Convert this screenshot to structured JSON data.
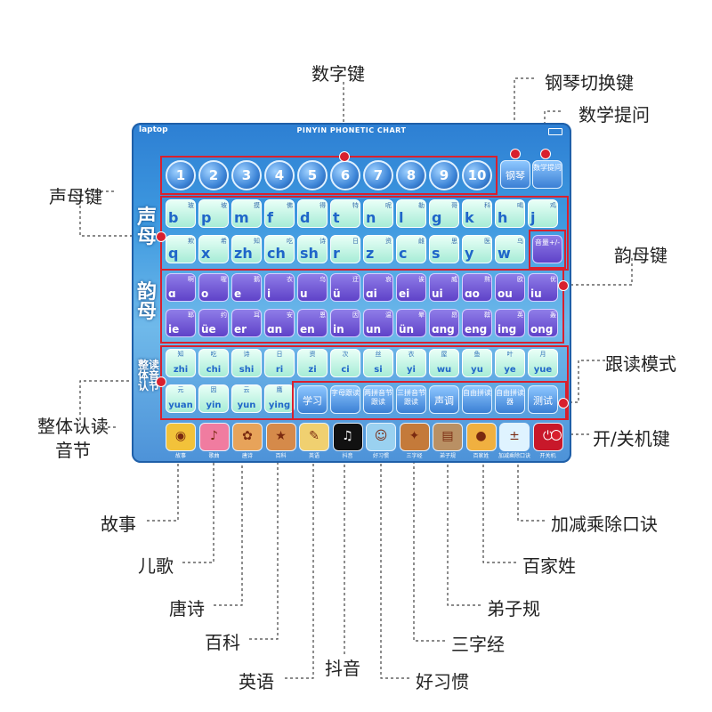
{
  "annotations": {
    "number_keys": "数字键",
    "piano_switch": "钢琴切换键",
    "math_question": "数学提问",
    "initials_keys": "声母键",
    "finals_keys": "韵母键",
    "follow_read": "跟读模式",
    "whole_syllables": [
      "整体认读",
      "音节"
    ],
    "power_key": "开/关机键",
    "story": "故事",
    "nursery_rhyme": "儿歌",
    "tang_poetry": "唐诗",
    "encyclopedia": "百科",
    "english": "英语",
    "douyin": "抖音",
    "good_habits": "好习惯",
    "three_char_classic": "三字经",
    "disciple_rules": "弟子规",
    "hundred_surnames": "百家姓",
    "multiplication": "加减乘除口诀"
  },
  "board": {
    "status_left": "laptop",
    "title": "PINYIN PHONETIC CHART",
    "section_initials": "声母",
    "section_finals": "韵母",
    "section_whole": "整读体音认节",
    "numbers": [
      "1",
      "2",
      "3",
      "4",
      "5",
      "6",
      "7",
      "8",
      "9",
      "10"
    ],
    "piano_key": "钢琴",
    "math_key": "数学提问",
    "volume_key": "音量+/-",
    "initials_row1": [
      {
        "letter": "b",
        "word": "玻"
      },
      {
        "letter": "p",
        "word": "坡"
      },
      {
        "letter": "m",
        "word": "摸"
      },
      {
        "letter": "f",
        "word": "佛"
      },
      {
        "letter": "d",
        "word": "得"
      },
      {
        "letter": "t",
        "word": "特"
      },
      {
        "letter": "n",
        "word": "呢"
      },
      {
        "letter": "l",
        "word": "勒"
      },
      {
        "letter": "g",
        "word": "哥"
      },
      {
        "letter": "k",
        "word": "科"
      },
      {
        "letter": "h",
        "word": "喝"
      },
      {
        "letter": "j",
        "word": "鸡"
      }
    ],
    "initials_row2": [
      {
        "letter": "q",
        "word": "欺"
      },
      {
        "letter": "x",
        "word": "希"
      },
      {
        "letter": "zh",
        "word": "知"
      },
      {
        "letter": "ch",
        "word": "吃"
      },
      {
        "letter": "sh",
        "word": "诗"
      },
      {
        "letter": "r",
        "word": "日"
      },
      {
        "letter": "z",
        "word": "资"
      },
      {
        "letter": "c",
        "word": "雌"
      },
      {
        "letter": "s",
        "word": "思"
      },
      {
        "letter": "y",
        "word": "医"
      },
      {
        "letter": "w",
        "word": "乌"
      }
    ],
    "finals_row1": [
      {
        "letter": "ɑ",
        "word": "啊"
      },
      {
        "letter": "o",
        "word": "喔"
      },
      {
        "letter": "e",
        "word": "鹅"
      },
      {
        "letter": "i",
        "word": "衣"
      },
      {
        "letter": "u",
        "word": "乌"
      },
      {
        "letter": "ü",
        "word": "迂"
      },
      {
        "letter": "ɑi",
        "word": "哀"
      },
      {
        "letter": "ei",
        "word": "诶"
      },
      {
        "letter": "ui",
        "word": "威"
      },
      {
        "letter": "ɑo",
        "word": "熬"
      },
      {
        "letter": "ou",
        "word": "欧"
      },
      {
        "letter": "iu",
        "word": "优"
      }
    ],
    "finals_row2": [
      {
        "letter": "ie",
        "word": "耶"
      },
      {
        "letter": "üe",
        "word": "约"
      },
      {
        "letter": "er",
        "word": "耳"
      },
      {
        "letter": "ɑn",
        "word": "安"
      },
      {
        "letter": "en",
        "word": "恩"
      },
      {
        "letter": "in",
        "word": "因"
      },
      {
        "letter": "un",
        "word": "温"
      },
      {
        "letter": "ün",
        "word": "晕"
      },
      {
        "letter": "ɑng",
        "word": "昂"
      },
      {
        "letter": "eng",
        "word": "鞥"
      },
      {
        "letter": "ing",
        "word": "英"
      },
      {
        "letter": "ong",
        "word": "轰"
      }
    ],
    "whole_row1": [
      {
        "top": "知",
        "bottom": "zhi"
      },
      {
        "top": "吃",
        "bottom": "chi"
      },
      {
        "top": "诗",
        "bottom": "shi"
      },
      {
        "top": "日",
        "bottom": "ri"
      },
      {
        "top": "资",
        "bottom": "zi"
      },
      {
        "top": "次",
        "bottom": "ci"
      },
      {
        "top": "丝",
        "bottom": "si"
      },
      {
        "top": "衣",
        "bottom": "yi"
      },
      {
        "top": "屋",
        "bottom": "wu"
      },
      {
        "top": "鱼",
        "bottom": "yu"
      },
      {
        "top": "叶",
        "bottom": "ye"
      },
      {
        "top": "月",
        "bottom": "yue"
      }
    ],
    "whole_row2": [
      {
        "top": "元",
        "bottom": "yuan"
      },
      {
        "top": "因",
        "bottom": "yin"
      },
      {
        "top": "云",
        "bottom": "yun"
      },
      {
        "top": "鹰",
        "bottom": "ying"
      }
    ],
    "mode_keys": [
      "学习",
      "字母跟读",
      "两拼音节跟读",
      "三拼音节跟读",
      "声调",
      "自由拼读",
      "自由拼读器",
      "测试"
    ],
    "func_keys": [
      {
        "caption": "故事",
        "glyph": "◉",
        "bg": "#f2c23a"
      },
      {
        "caption": "歌曲",
        "glyph": "♪",
        "bg": "#f07ca0"
      },
      {
        "caption": "唐诗",
        "glyph": "✿",
        "bg": "#e7a35a"
      },
      {
        "caption": "百科",
        "glyph": "★",
        "bg": "#d58a4a"
      },
      {
        "caption": "英语",
        "glyph": "✎",
        "bg": "#f0d070"
      },
      {
        "caption": "抖音",
        "glyph": "♫",
        "bg": "#111111"
      },
      {
        "caption": "好习惯",
        "glyph": "☺",
        "bg": "#9ad1f0"
      },
      {
        "caption": "三字经",
        "glyph": "✦",
        "bg": "#c47a3a"
      },
      {
        "caption": "弟子规",
        "glyph": "▤",
        "bg": "#b99064"
      },
      {
        "caption": "百家姓",
        "glyph": "●",
        "bg": "#f0b040"
      },
      {
        "caption": "加减乘除口诀",
        "glyph": "±",
        "bg": "#dff3ff"
      },
      {
        "caption": "开关机",
        "glyph": "⏻",
        "bg": "#c8182a"
      }
    ]
  },
  "colors": {
    "accent_red": "#d8202e",
    "board_blue": "#3f9ae0"
  }
}
